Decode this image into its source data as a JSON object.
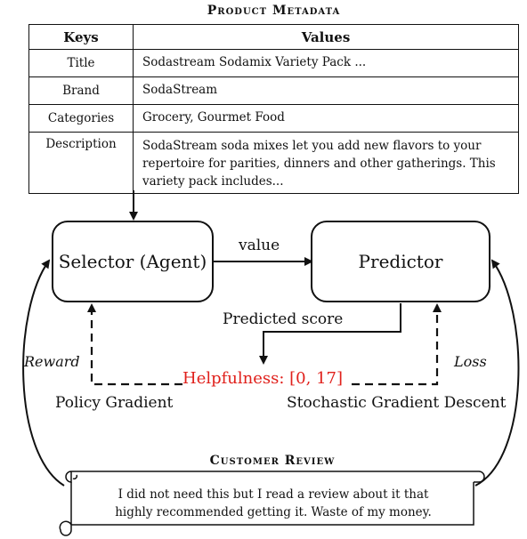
{
  "metadata": {
    "heading": "Product Metadata",
    "col_keys": "Keys",
    "col_values": "Values",
    "rows": [
      {
        "key": "Title",
        "value": "Sodastream Sodamix Variety Pack ..."
      },
      {
        "key": "Brand",
        "value": "SodaStream"
      },
      {
        "key": "Categories",
        "value": "Grocery, Gourmet Food"
      },
      {
        "key": "Description",
        "value": "SodaStream soda mixes let you add new flavors to your repertoire for parities, dinners and other gatherings. This variety pack includes..."
      }
    ]
  },
  "diagram": {
    "selector_label": "Selector (Agent)",
    "predictor_label": "Predictor",
    "value_label": "value",
    "predicted_score_label": "Predicted score",
    "helpfulness_label": "Helpfulness: [0, 17]",
    "reward_label": "Reward",
    "loss_label": "Loss",
    "policy_gradient_label": "Policy Gradient",
    "sgd_label": "Stochastic Gradient Descent",
    "helpfulness_color": "#e0201b"
  },
  "review": {
    "heading": "Customer Review",
    "line1": "I did not need this but I read a review about it that",
    "line2": "highly recommended getting it. Waste of my money."
  }
}
